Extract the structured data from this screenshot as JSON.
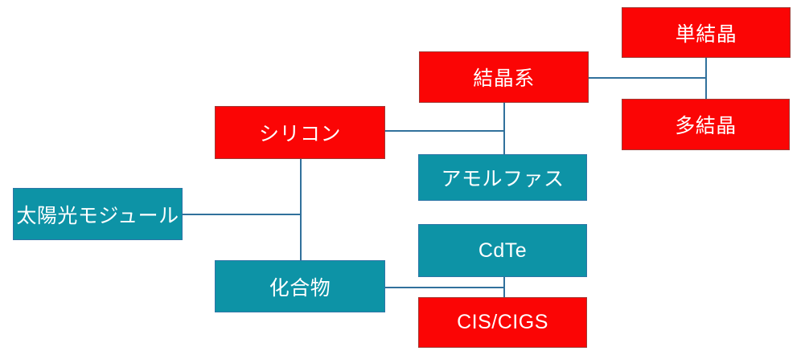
{
  "diagram": {
    "type": "tree",
    "topic": "solar-module-types",
    "nodes": [
      {
        "id": "solar-module",
        "label": "太陽光モジュール",
        "color": "teal"
      },
      {
        "id": "silicon",
        "label": "シリコン",
        "color": "red"
      },
      {
        "id": "compound",
        "label": "化合物",
        "color": "teal"
      },
      {
        "id": "crystalline",
        "label": "結晶系",
        "color": "red"
      },
      {
        "id": "amorphous",
        "label": "アモルファス",
        "color": "teal"
      },
      {
        "id": "cdte",
        "label": "CdTe",
        "color": "teal"
      },
      {
        "id": "cis-cigs",
        "label": "CIS/CIGS",
        "color": "red"
      },
      {
        "id": "monocrystalline",
        "label": "単結晶",
        "color": "red"
      },
      {
        "id": "polycrystalline",
        "label": "多結晶",
        "color": "red"
      }
    ],
    "edges": [
      {
        "from": "solar-module",
        "to": "silicon"
      },
      {
        "from": "solar-module",
        "to": "compound"
      },
      {
        "from": "silicon",
        "to": "crystalline"
      },
      {
        "from": "silicon",
        "to": "amorphous"
      },
      {
        "from": "crystalline",
        "to": "monocrystalline"
      },
      {
        "from": "crystalline",
        "to": "polycrystalline"
      },
      {
        "from": "compound",
        "to": "cdte"
      },
      {
        "from": "compound",
        "to": "cis-cigs"
      }
    ]
  },
  "palette": {
    "red": "#fb0505",
    "teal": "#0d93a6",
    "connector": "#31719c",
    "text": "#ffffff",
    "background": "#ffffff"
  }
}
